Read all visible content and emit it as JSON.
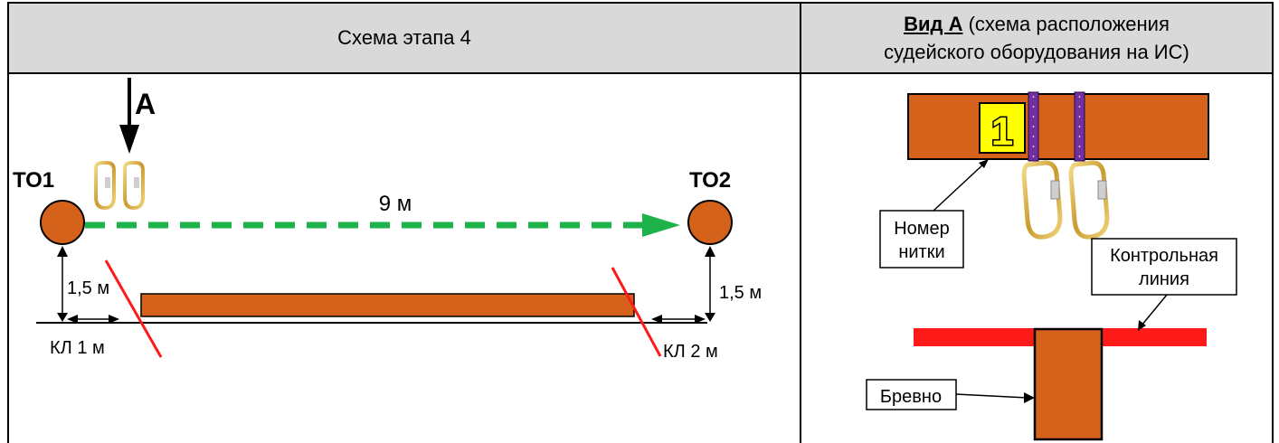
{
  "header": {
    "left_title": "Схема этапа 4",
    "right_title_bold": "Вид А",
    "right_title_line1_rest": " (схема расположения",
    "right_title_line2": "судейского оборудования на ИС)"
  },
  "diagram": {
    "arrow_label": "А",
    "to1_label": "ТО1",
    "to2_label": "ТО2",
    "distance_label": "9 м",
    "height_left_label": "1,5 м",
    "height_right_label": "1,5 м",
    "kl1_label": "КЛ 1 м",
    "kl2_label": "КЛ 2 м"
  },
  "view_a": {
    "thread_number": "1",
    "thread_label_line1": "Номер",
    "thread_label_line2": "нитки",
    "control_line_line1": "Контрольная",
    "control_line_line2": "линия",
    "log_label": "Бревно"
  },
  "colors": {
    "header_bg": "#d9d9d9",
    "orange": "#d4621a",
    "green": "#1db24a",
    "red": "#ff1a1a",
    "purple": "#7030a0",
    "yellow": "#ffff00"
  }
}
